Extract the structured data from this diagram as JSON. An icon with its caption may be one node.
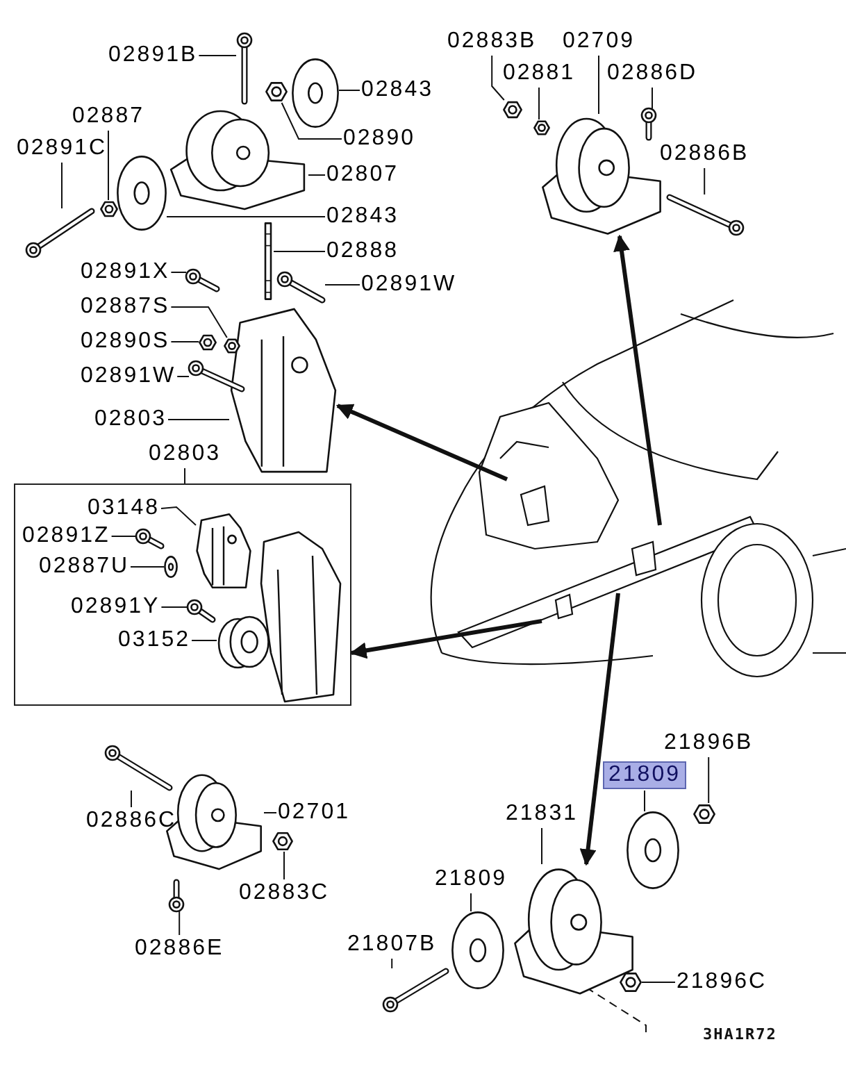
{
  "diagram": {
    "nodes": [
      {
        "text": [
          "02891B"
        ]
      },
      {
        "text": [
          "02843"
        ]
      },
      {
        "text": [
          "02887"
        ]
      },
      {
        "text": [
          "02890"
        ]
      },
      {
        "text": [
          "02891C"
        ]
      },
      {
        "text": [
          "02807"
        ]
      },
      {
        "text": [
          "02843"
        ]
      },
      {
        "text": [
          "02888"
        ]
      },
      {
        "text": [
          "02891X"
        ]
      },
      {
        "text": [
          "02891W"
        ]
      },
      {
        "text": [
          "02887S"
        ]
      },
      {
        "text": [
          "02890S"
        ]
      },
      {
        "text": [
          "02891W"
        ]
      },
      {
        "text": [
          "02803"
        ]
      },
      {
        "text": [
          "02883B"
        ]
      },
      {
        "text": [
          "02709"
        ]
      },
      {
        "text": [
          "02881"
        ]
      },
      {
        "text": [
          "02886D"
        ]
      },
      {
        "text": [
          "02886B"
        ]
      },
      {
        "text": [],
        "shape": "picture"
      },
      {
        "text": [
          "02803"
        ]
      },
      {
        "text": [],
        "shape": "box"
      },
      {
        "text": [
          "03148"
        ],
        "in": 21
      },
      {
        "text": [
          "02891Z"
        ],
        "in": 21
      },
      {
        "text": [
          "02887U"
        ],
        "in": 21
      },
      {
        "text": [
          "02891Y"
        ],
        "in": 21
      },
      {
        "text": [
          "03152"
        ],
        "in": 21
      },
      {
        "text": [
          "02886C"
        ]
      },
      {
        "text": [
          "02701"
        ]
      },
      {
        "text": [
          "02883C"
        ]
      },
      {
        "text": [
          "02886E"
        ]
      },
      {
        "text": [
          "21896B"
        ]
      },
      {
        "text": [
          "21809"
        ]
      },
      {
        "text": [
          "21831"
        ]
      },
      {
        "text": [
          "21809"
        ]
      },
      {
        "text": [
          "21807B"
        ]
      },
      {
        "text": [
          "21896C"
        ]
      },
      {
        "text": [],
        "shape": "bolt"
      },
      {
        "text": [],
        "shape": "washer"
      },
      {
        "text": [],
        "shape": "nut"
      },
      {
        "text": [],
        "shape": "nut"
      },
      {
        "text": [],
        "shape": "mount"
      },
      {
        "text": [],
        "shape": "bolt"
      },
      {
        "text": [],
        "shape": "washer"
      },
      {
        "text": [],
        "shape": "stud"
      },
      {
        "text": [],
        "shape": "bolt"
      },
      {
        "text": [],
        "shape": "bolt"
      },
      {
        "text": [],
        "shape": "bracket"
      },
      {
        "text": [],
        "shape": "nut"
      },
      {
        "text": [],
        "shape": "nut"
      },
      {
        "text": [],
        "shape": "bolt"
      },
      {
        "text": [],
        "shape": "nut"
      },
      {
        "text": [],
        "shape": "nut"
      },
      {
        "text": [],
        "shape": "bolt"
      },
      {
        "text": [],
        "shape": "mount"
      },
      {
        "text": [],
        "shape": "bolt"
      },
      {
        "text": [],
        "shape": "bracket",
        "in": 21
      },
      {
        "text": [],
        "shape": "bolt",
        "in": 21
      },
      {
        "text": [],
        "shape": "washer",
        "in": 21
      },
      {
        "text": [],
        "shape": "bolt",
        "in": 21
      },
      {
        "text": [],
        "shape": "bushing",
        "in": 21
      },
      {
        "text": [],
        "shape": "bolt"
      },
      {
        "text": [],
        "shape": "mount"
      },
      {
        "text": [],
        "shape": "nut"
      },
      {
        "text": [],
        "shape": "bolt"
      },
      {
        "text": [],
        "shape": "nut"
      },
      {
        "text": [],
        "shape": "washer"
      },
      {
        "text": [],
        "shape": "mount"
      },
      {
        "text": [],
        "shape": "washer"
      },
      {
        "text": [],
        "shape": "bolt"
      },
      {
        "text": [],
        "shape": "nut"
      }
    ],
    "edges": [
      {
        "from": 0,
        "to": 37,
        "arrow": "none"
      },
      {
        "from": 1,
        "to": 38,
        "arrow": "none"
      },
      {
        "from": 2,
        "to": 40,
        "arrow": "none"
      },
      {
        "from": 3,
        "to": 39,
        "arrow": "none"
      },
      {
        "from": 4,
        "to": 42,
        "arrow": "none"
      },
      {
        "from": 5,
        "to": 41,
        "arrow": "none"
      },
      {
        "from": 6,
        "to": 43,
        "arrow": "none"
      },
      {
        "from": 7,
        "to": 44,
        "arrow": "none"
      },
      {
        "from": 8,
        "to": 45,
        "arrow": "none"
      },
      {
        "from": 9,
        "to": 46,
        "arrow": "none"
      },
      {
        "from": 10,
        "to": 48,
        "arrow": "none"
      },
      {
        "from": 11,
        "to": 49,
        "arrow": "none"
      },
      {
        "from": 12,
        "to": 50,
        "arrow": "none"
      },
      {
        "from": 13,
        "to": 47,
        "arrow": "none"
      },
      {
        "from": 14,
        "to": 51,
        "arrow": "none"
      },
      {
        "from": 15,
        "to": 54,
        "arrow": "none"
      },
      {
        "from": 16,
        "to": 52,
        "arrow": "none"
      },
      {
        "from": 17,
        "to": 53,
        "arrow": "none"
      },
      {
        "from": 18,
        "to": 55,
        "arrow": "none"
      },
      {
        "from": 20,
        "to": 21,
        "arrow": "none"
      },
      {
        "from": 22,
        "to": 56,
        "arrow": "none"
      },
      {
        "from": 23,
        "to": 57,
        "arrow": "none"
      },
      {
        "from": 24,
        "to": 58,
        "arrow": "none"
      },
      {
        "from": 25,
        "to": 59,
        "arrow": "none"
      },
      {
        "from": 26,
        "to": 60,
        "arrow": "none"
      },
      {
        "from": 27,
        "to": 61,
        "arrow": "none"
      },
      {
        "from": 28,
        "to": 62,
        "arrow": "none"
      },
      {
        "from": 29,
        "to": 63,
        "arrow": "none"
      },
      {
        "from": 30,
        "to": 64,
        "arrow": "none"
      },
      {
        "from": 31,
        "to": 65,
        "arrow": "none"
      },
      {
        "from": 32,
        "to": 66,
        "arrow": "none"
      },
      {
        "from": 33,
        "to": 67,
        "arrow": "none"
      },
      {
        "from": 34,
        "to": 68,
        "arrow": "none"
      },
      {
        "from": 35,
        "to": 69,
        "arrow": "none"
      },
      {
        "from": 36,
        "to": 70,
        "arrow": "none"
      },
      {
        "from": 19,
        "to": 47,
        "arrow": "to",
        "style": "thick"
      },
      {
        "from": 19,
        "to": 54,
        "arrow": "to",
        "style": "thick"
      },
      {
        "from": 19,
        "to": 21,
        "arrow": "to",
        "style": "thick"
      },
      {
        "from": 19,
        "to": 67,
        "arrow": "to",
        "style": "thick"
      }
    ],
    "labels": [
      "3HA1R72"
    ]
  }
}
